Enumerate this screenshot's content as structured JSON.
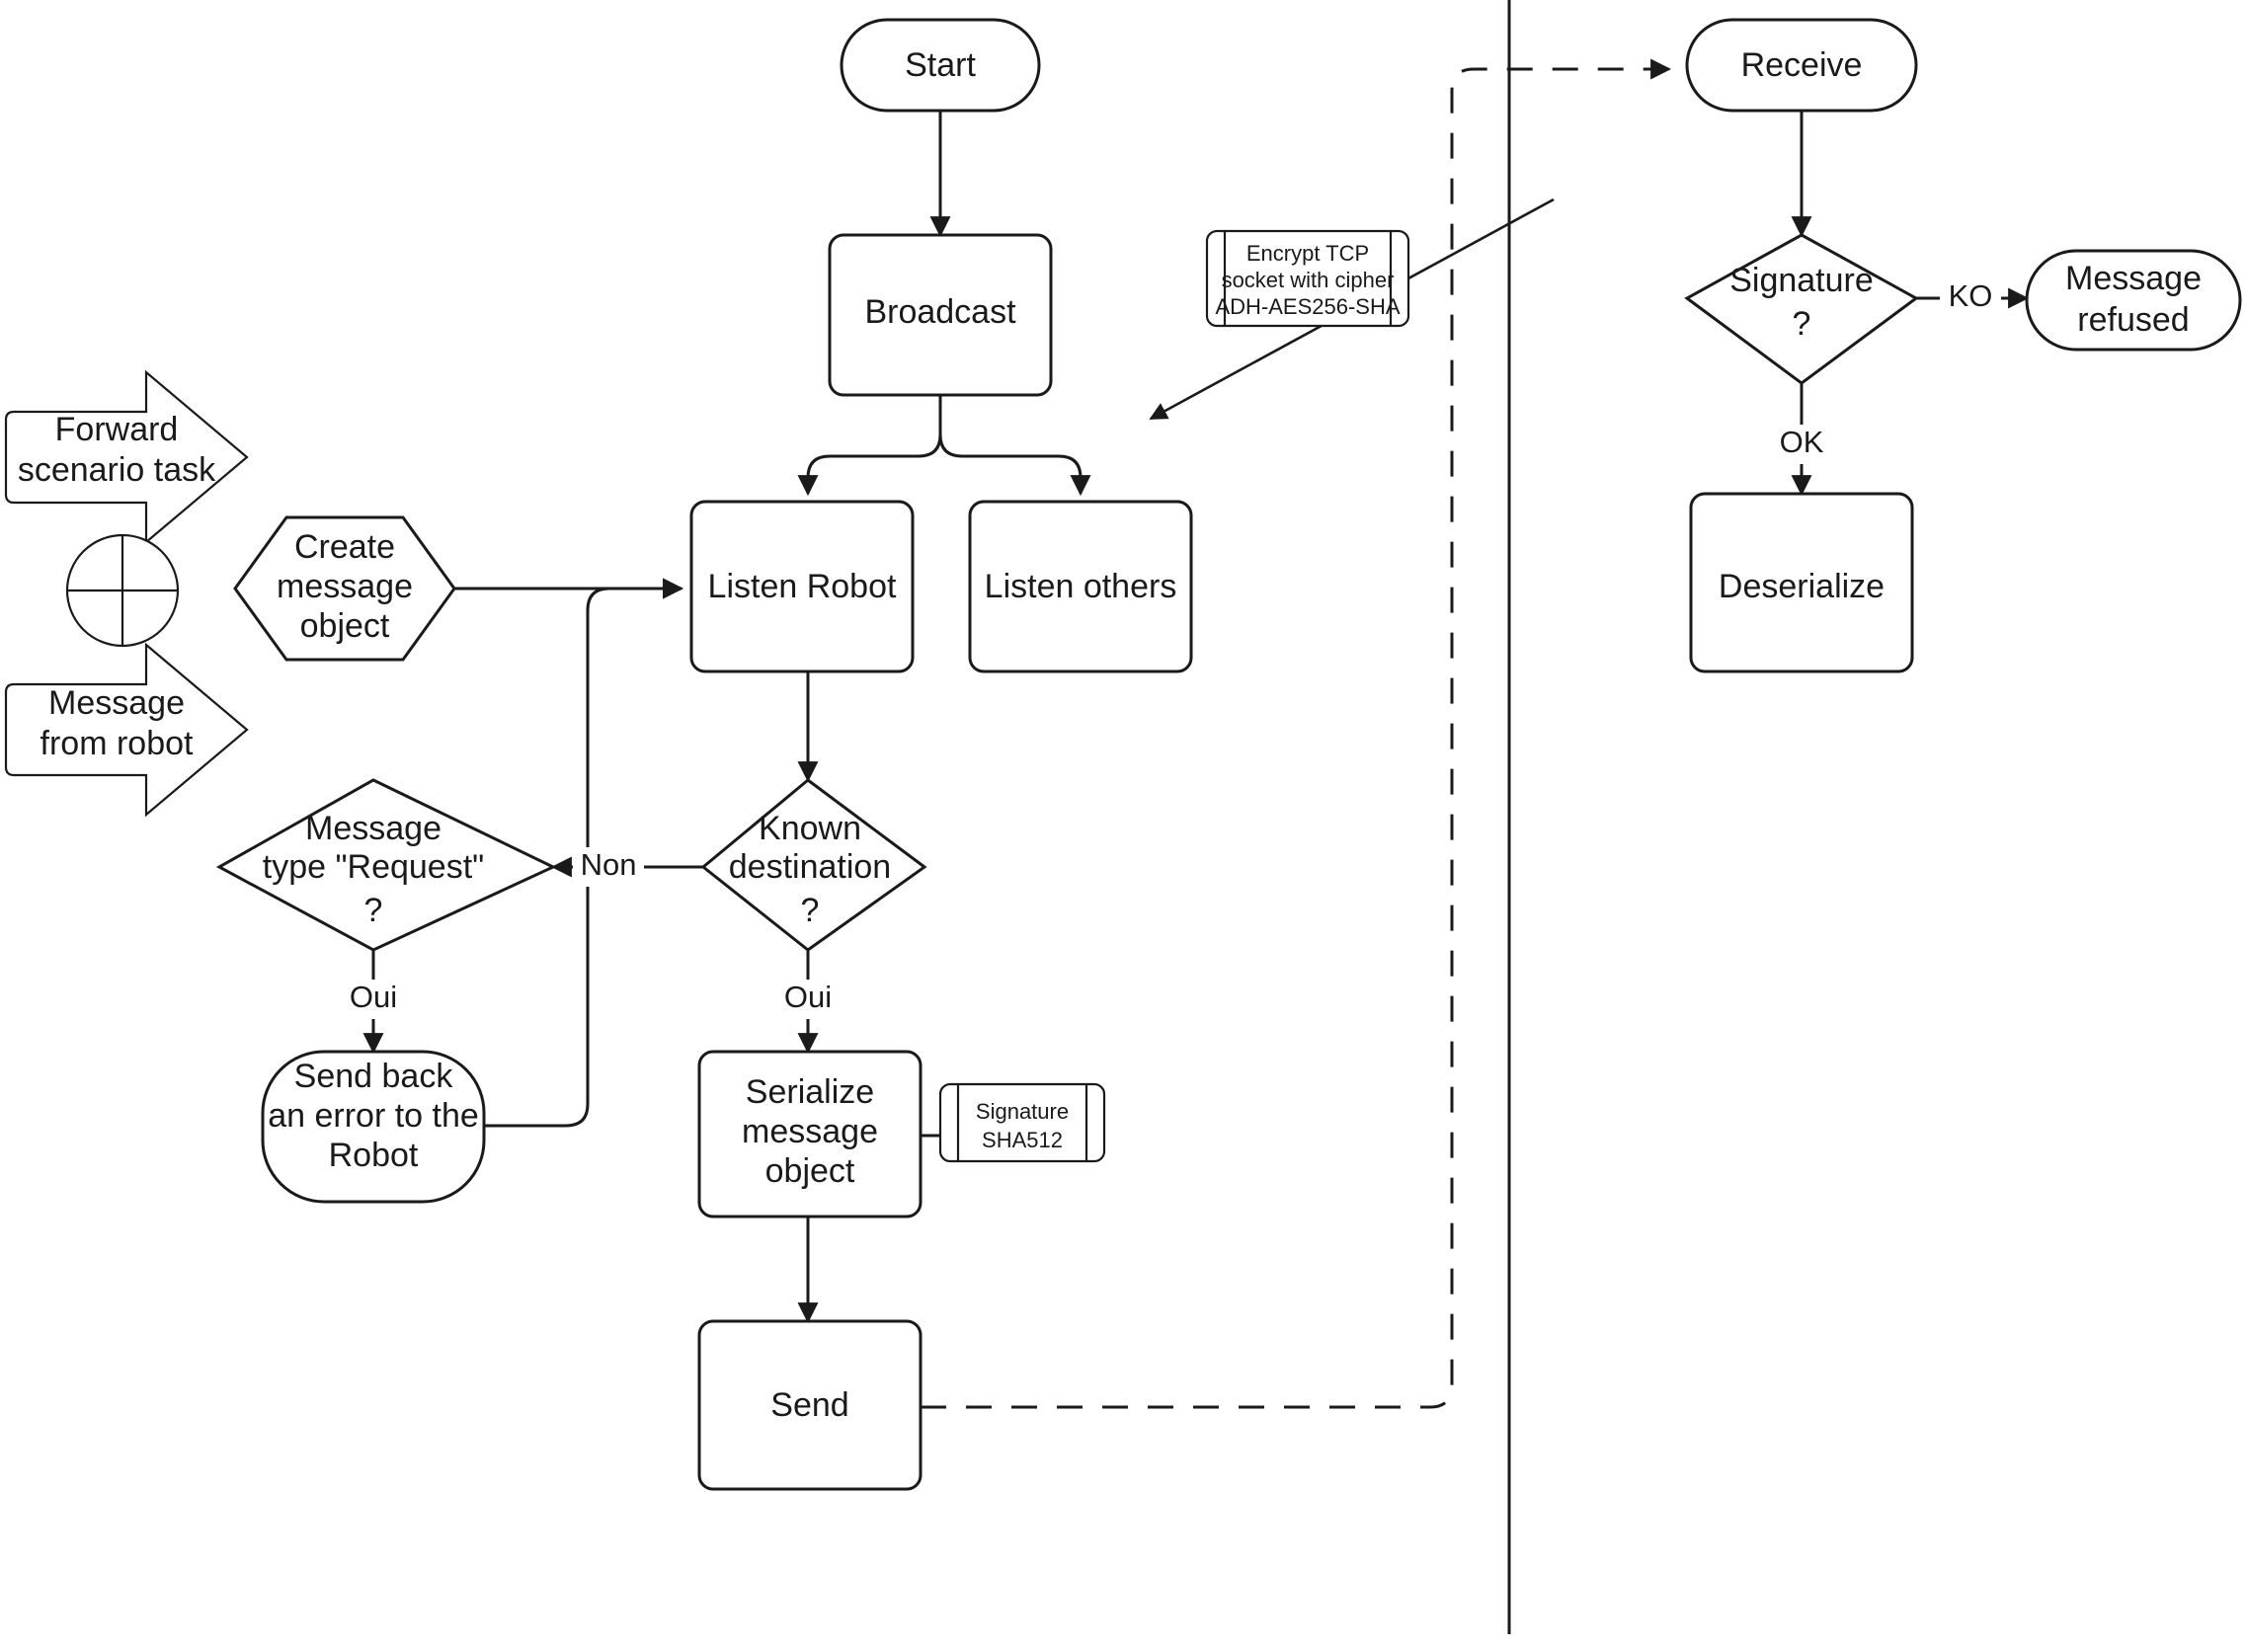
{
  "diagram": {
    "title": "Robot messaging protocol flowchart",
    "style": {
      "stroke": "#1a1a1a",
      "background": "#ffffff"
    }
  },
  "nodes": {
    "start": {
      "label": "Start",
      "shape": "terminator"
    },
    "broadcast": {
      "label": "Broadcast",
      "shape": "process"
    },
    "listen_robot": {
      "label": "Listen Robot",
      "shape": "process"
    },
    "listen_others": {
      "label": "Listen others",
      "shape": "process"
    },
    "create_message": {
      "label_line1": "Create",
      "label_line2": "message",
      "label_line3": "object",
      "shape": "preparation-hexagon"
    },
    "known_destination": {
      "label_line1": "Known",
      "label_line2": "destination",
      "label_line3": "?",
      "shape": "decision"
    },
    "message_type_request": {
      "label_line1": "Message",
      "label_line2": "type \"Request\"",
      "label_line3": "?",
      "shape": "decision"
    },
    "send_back_error": {
      "label_line1": "Send back",
      "label_line2": "an error to the",
      "label_line3": "Robot",
      "shape": "terminator"
    },
    "serialize": {
      "label_line1": "Serialize",
      "label_line2": "message",
      "label_line3": "object",
      "shape": "process"
    },
    "send": {
      "label": "Send",
      "shape": "process"
    },
    "receive": {
      "label": "Receive",
      "shape": "terminator"
    },
    "signature_check": {
      "label_line1": "Signature",
      "label_line2": "?",
      "shape": "decision"
    },
    "message_refused": {
      "label_line1": "Message",
      "label_line2": "refused",
      "shape": "terminator"
    },
    "deserialize": {
      "label": "Deserialize",
      "shape": "process"
    }
  },
  "notes": {
    "encrypt_tcp": {
      "line1": "Encrypt TCP",
      "line2": "socket with cipher",
      "line3": "ADH-AES256-SHA",
      "shape": "predefined-process"
    },
    "signature_sha512": {
      "line1": "Signature",
      "line2": "SHA512",
      "shape": "predefined-process"
    }
  },
  "inputs": {
    "forward_scenario_task": {
      "line1": "Forward",
      "line2": "scenario task",
      "shape": "block-arrow"
    },
    "message_from_robot": {
      "line1": "Message",
      "line2": "from robot",
      "shape": "block-arrow"
    },
    "junction": {
      "shape": "or-junction-circle"
    }
  },
  "edge_labels": {
    "non": "Non",
    "oui_left": "Oui",
    "oui_right": "Oui",
    "ko": "KO",
    "ok": "OK"
  }
}
